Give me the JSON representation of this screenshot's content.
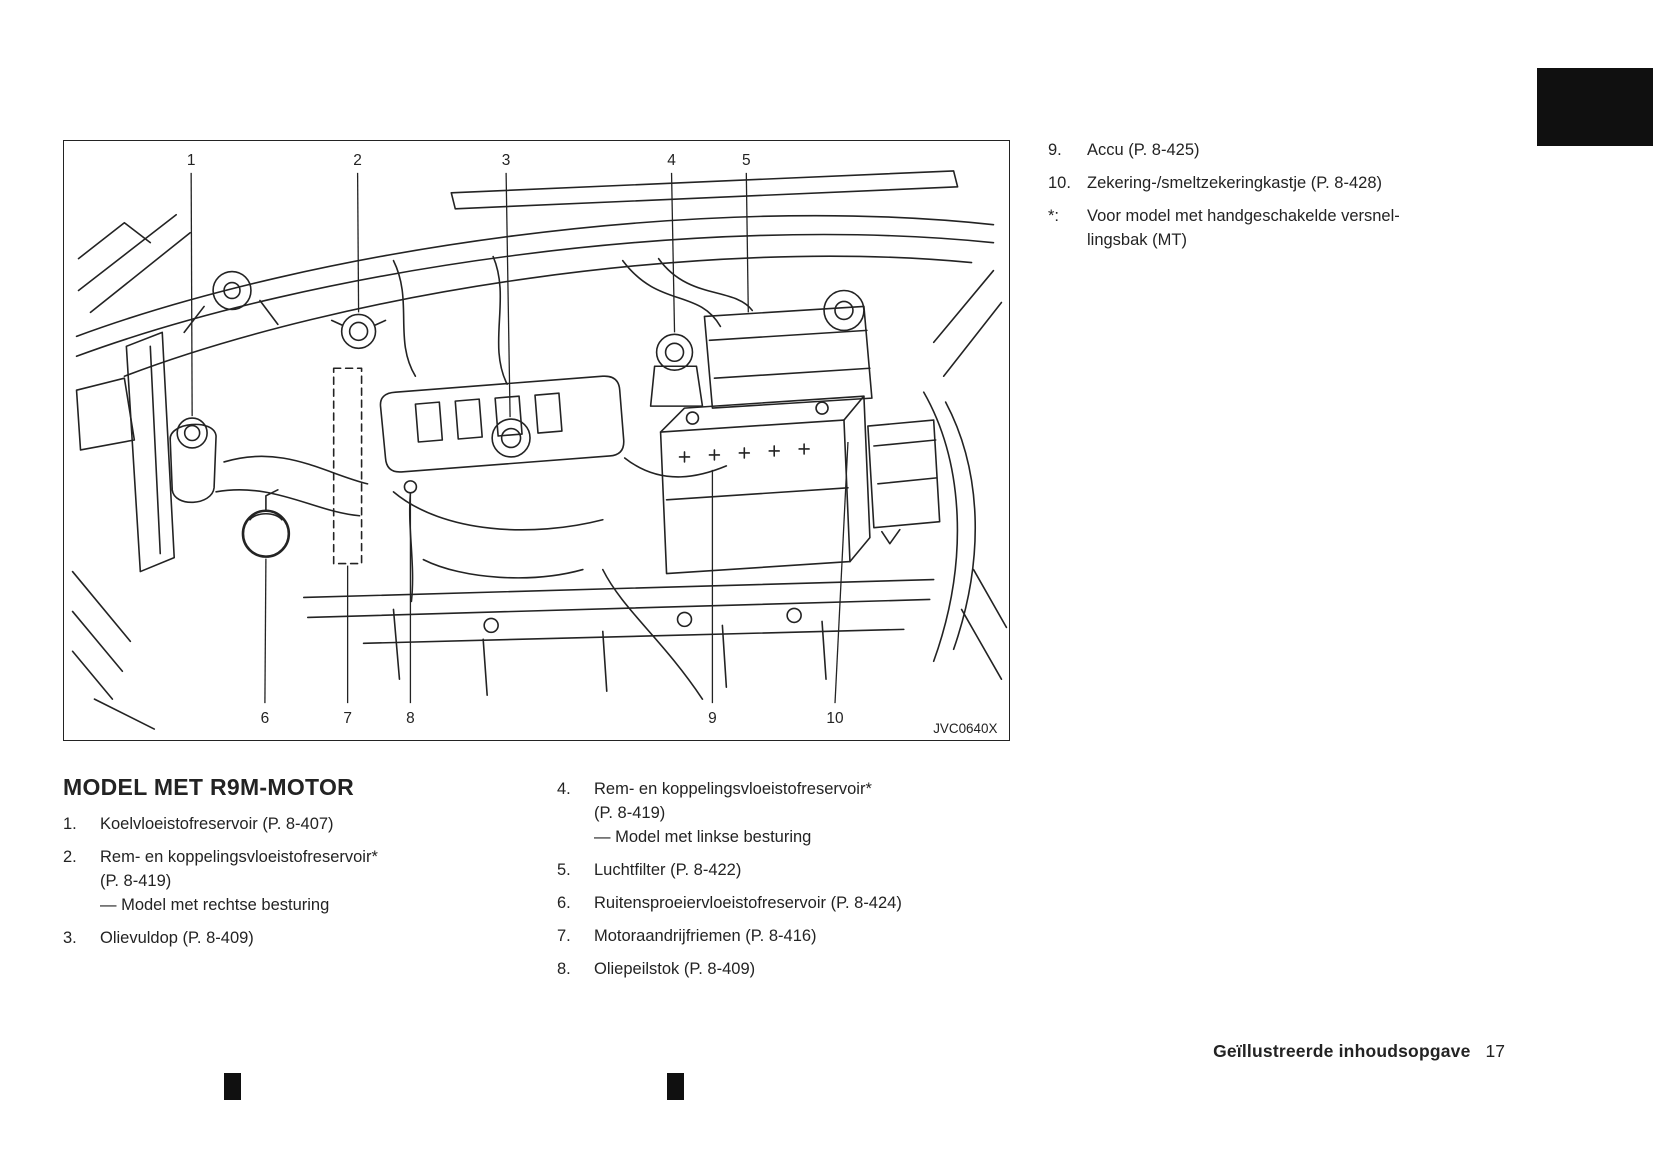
{
  "colors": {
    "ink": "#232323",
    "tab": "#101010"
  },
  "figure": {
    "image_code": "JVC0640X",
    "callouts": {
      "c1": "1",
      "c2": "2",
      "c3": "3",
      "c4": "4",
      "c5": "5",
      "c6": "6",
      "c7": "7",
      "c8": "8",
      "c9": "9",
      "c10": "10"
    }
  },
  "right_list": {
    "items": [
      {
        "num": "9.",
        "text": "Accu (P. 8-425)"
      },
      {
        "num": "10.",
        "text": "Zekering-/smeltzekeringkastje (P. 8-428)"
      },
      {
        "num": "*:",
        "text": "Voor model met handgeschakelde versnel-\nlingsbak (MT)"
      }
    ]
  },
  "section": {
    "title": "MODEL MET R9M-MOTOR",
    "left_items": [
      {
        "num": "1.",
        "text": "Koelvloeistofreservoir (P. 8-407)"
      },
      {
        "num": "2.",
        "text": "Rem- en koppelingsvloeistofreservoir*\n(P. 8-419)\n— Model met rechtse besturing"
      },
      {
        "num": "3.",
        "text": "Olievuldop (P. 8-409)"
      }
    ],
    "middle_items": [
      {
        "num": "4.",
        "text": "Rem- en koppelingsvloeistofreservoir*\n(P. 8-419)\n— Model met linkse besturing"
      },
      {
        "num": "5.",
        "text": "Luchtfilter (P. 8-422)"
      },
      {
        "num": "6.",
        "text": "Ruitensproeiervloeistofreservoir (P. 8-424)"
      },
      {
        "num": "7.",
        "text": "Motoraandrijfriemen (P. 8-416)"
      },
      {
        "num": "8.",
        "text": "Oliepeilstok (P. 8-409)"
      }
    ]
  },
  "footer": {
    "label": "Geïllustreerde inhoudsopgave",
    "page_number": "17"
  }
}
